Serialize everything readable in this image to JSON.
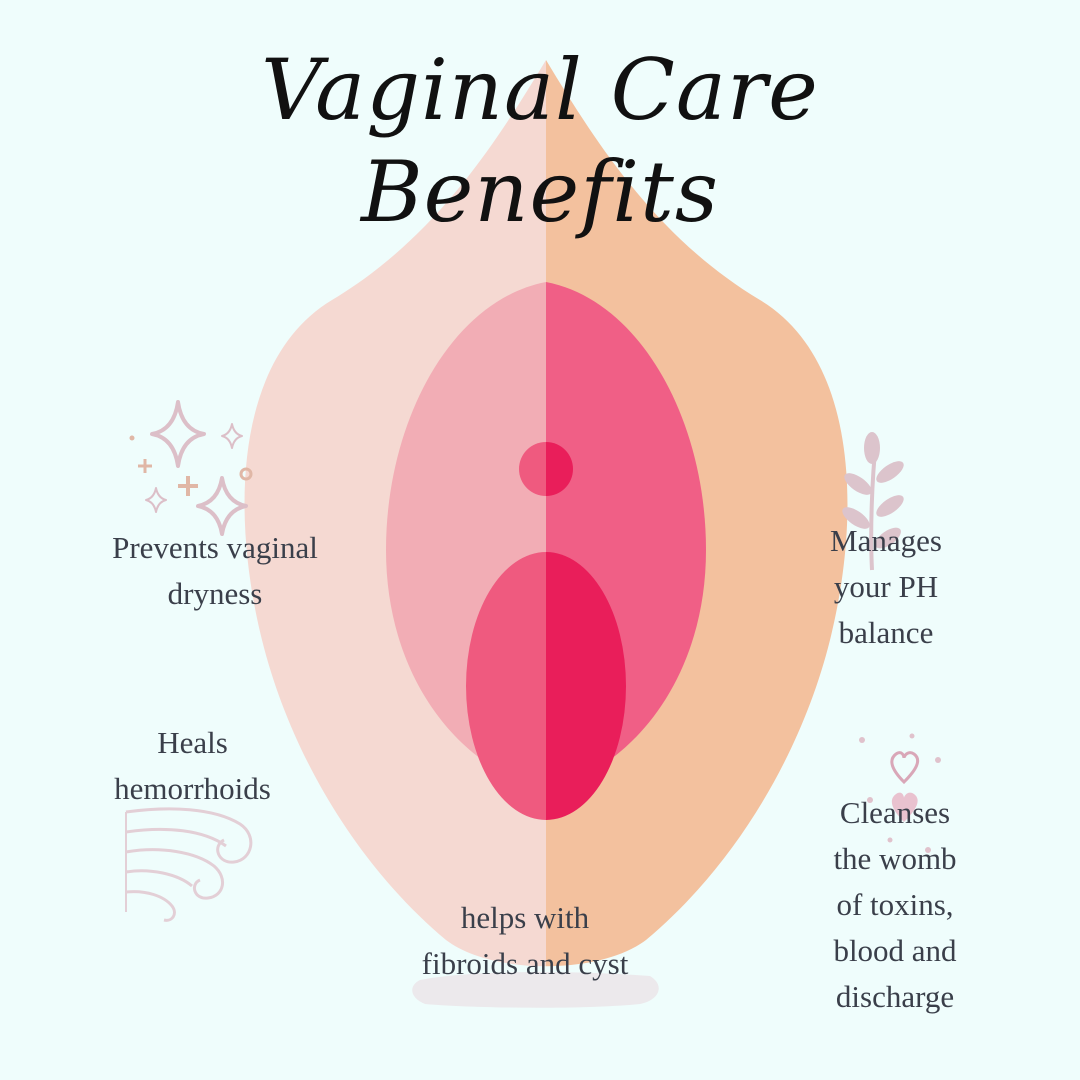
{
  "title": {
    "line1": "Vaginal Care",
    "line2": "Benefits"
  },
  "benefits": {
    "dryness": [
      "Prevents vaginal",
      "dryness"
    ],
    "ph_balance": [
      "Manages",
      "your PH",
      "balance"
    ],
    "hemorrhoids": [
      "Heals",
      "hemorrhoids"
    ],
    "womb": [
      "Cleanses",
      "the womb",
      "of toxins,",
      "blood and",
      "discharge"
    ],
    "fibroids": [
      "helps with",
      "fibroids and cyst"
    ]
  },
  "colors": {
    "background": "#effdfc",
    "outer_left": "#f5d9d2",
    "outer_right": "#f3c19e",
    "inner_left": "#f2adb5",
    "inner_right": "#f05f86",
    "core_left": "#ef5a7f",
    "core_right": "#e91e5a",
    "text": "#3a3f4a",
    "title": "#111111",
    "decor": "#dcbfc8"
  },
  "icons": [
    "sparkle-icon",
    "leaf-sprig-icon",
    "heart-icon",
    "swirl-icon",
    "brush-stroke-icon"
  ]
}
